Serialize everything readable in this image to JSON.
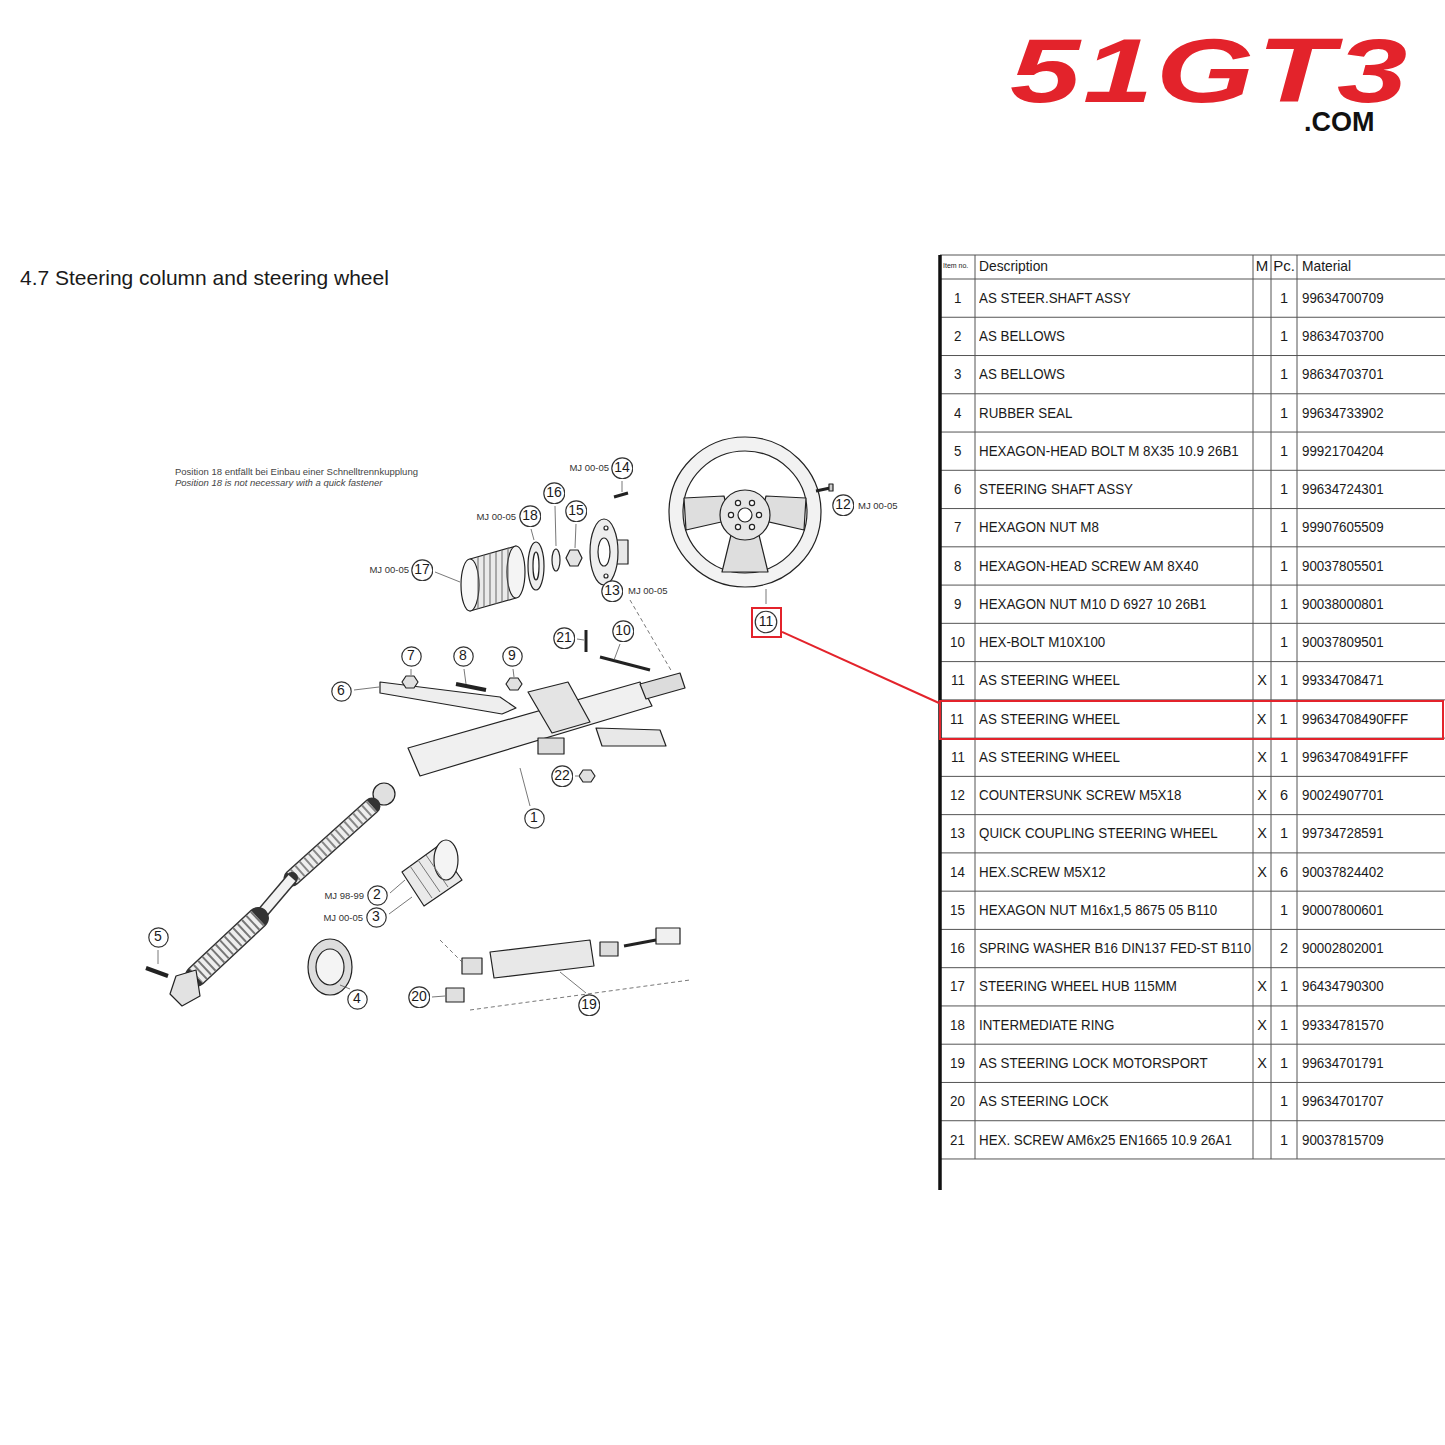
{
  "diagram": {
    "title": "4.7 Steering column and steering wheel",
    "nodes": [
      {
        "text": [
          "14"
        ]
      },
      {
        "text": [
          "16"
        ]
      },
      {
        "text": [
          "12"
        ]
      },
      {
        "text": [
          "15"
        ]
      },
      {
        "text": [
          "18"
        ]
      },
      {
        "text": [
          "17"
        ]
      },
      {
        "text": [
          "13"
        ]
      },
      {
        "text": [
          "11"
        ]
      },
      {
        "text": [
          "10"
        ]
      },
      {
        "text": [
          "21"
        ]
      },
      {
        "text": [
          "7"
        ]
      },
      {
        "text": [
          "8"
        ]
      },
      {
        "text": [
          "9"
        ]
      },
      {
        "text": [
          "6"
        ]
      },
      {
        "text": [
          "22"
        ]
      },
      {
        "text": [
          "1"
        ]
      },
      {
        "text": [
          "2"
        ]
      },
      {
        "text": [
          "3"
        ]
      },
      {
        "text": [
          "5"
        ]
      },
      {
        "text": [
          "20"
        ]
      },
      {
        "text": [
          "4"
        ]
      },
      {
        "text": [
          "19"
        ]
      },
      {
        "text": [
          "11",
          "AS STEERING WHEEL",
          "X",
          "1",
          "99634708490FFF"
        ]
      }
    ],
    "edges": [
      {
        "from": 7,
        "to": 22,
        "arrow": "none"
      }
    ],
    "labels": [
      "51GT3",
      ".COM",
      "Position 18 entfällt bei Einbau einer Schnelltrennkupplung",
      "Position 18 is not necessary with a quick fastener",
      "MJ 00-05",
      "MJ 00-05",
      "MJ 00-05",
      "MJ 00-05",
      "MJ 00-05",
      "MJ 98-99",
      "MJ 00-05",
      "Item no.",
      "Description",
      "M",
      "Pc.",
      "Material",
      "1",
      "AS STEER.SHAFT ASSY",
      "1",
      "99634700709",
      "2",
      "AS BELLOWS",
      "1",
      "98634703700",
      "3",
      "AS BELLOWS",
      "1",
      "98634703701",
      "4",
      "RUBBER SEAL",
      "1",
      "99634733902",
      "5",
      "HEXAGON-HEAD BOLT M 8X35 10.9 26B1",
      "1",
      "99921704204",
      "6",
      "STEERING SHAFT ASSY",
      "1",
      "99634724301",
      "7",
      "HEXAGON NUT M8",
      "1",
      "99907605509",
      "8",
      "HEXAGON-HEAD SCREW AM 8X40",
      "1",
      "90037805501",
      "9",
      "HEXAGON NUT M10 D 6927 10 26B1",
      "1",
      "90038000801",
      "10",
      "HEX-BOLT M10X100",
      "1",
      "90037809501",
      "11",
      "AS STEERING WHEEL",
      "X",
      "1",
      "99334708471",
      "11",
      "AS STEERING WHEEL",
      "X",
      "1",
      "99634708491FFF",
      "12",
      "COUNTERSUNK SCREW M5X18",
      "X",
      "6",
      "90024907701",
      "13",
      "QUICK COUPLING STEERING WHEEL",
      "X",
      "1",
      "99734728591",
      "14",
      "HEX.SCREW M5X12",
      "X",
      "6",
      "90037824402",
      "15",
      "HEXAGON NUT M16x1,5 8675 05 B110",
      "1",
      "90007800601",
      "16",
      "SPRING WASHER B16 DIN137 FED-ST B110",
      "2",
      "90002802001",
      "17",
      "STEERING WHEEL HUB 115MM",
      "X",
      "1",
      "96434790300",
      "18",
      "INTERMEDIATE RING",
      "X",
      "1",
      "99334781570",
      "19",
      "AS STEERING LOCK MOTORSPORT",
      "X",
      "1",
      "99634701791",
      "20",
      "AS STEERING LOCK",
      "1",
      "99634701707",
      "21",
      "HEX. SCREW AM6x25 EN1665 10.9 26A1",
      "1",
      "90037815709"
    ]
  }
}
